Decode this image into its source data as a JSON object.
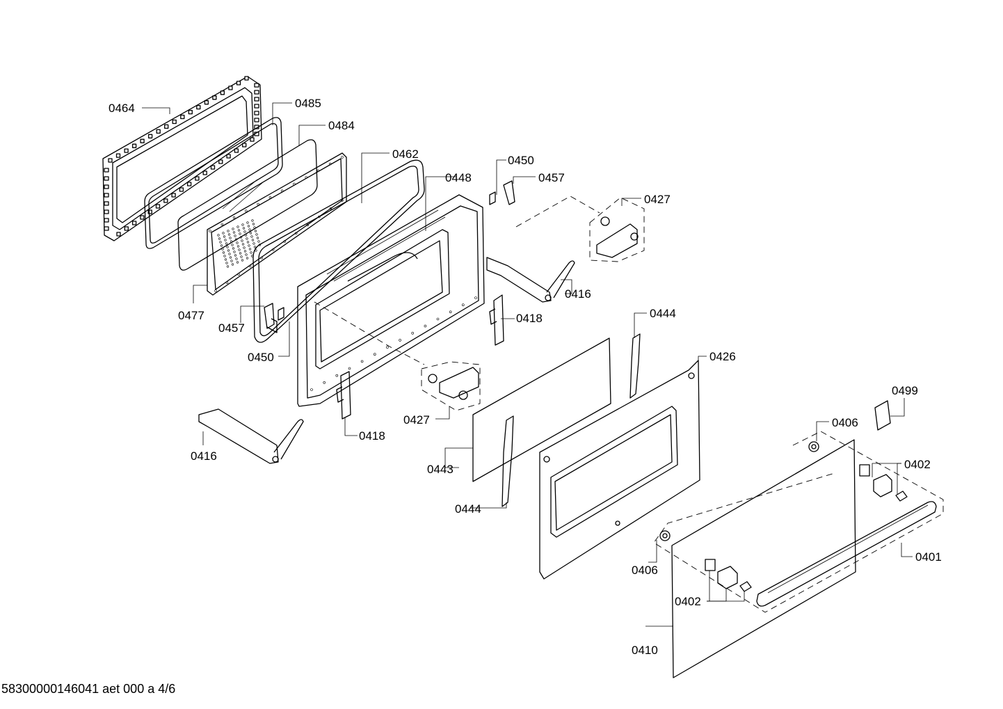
{
  "document_id": "58300000146041 aet 000 a 4/6",
  "labels": {
    "p0464": "0464",
    "p0485": "0485",
    "p0484": "0484",
    "p0462": "0462",
    "p0448": "0448",
    "p0450_top": "0450",
    "p0457_top": "0457",
    "p0427_top": "0427",
    "p0477": "0477",
    "p0457_left": "0457",
    "p0450_left": "0450",
    "p0416_right": "0416",
    "p0418_right": "0418",
    "p0444_top": "0444",
    "p0426": "0426",
    "p0427_mid": "0427",
    "p0418_mid": "0418",
    "p0416_left": "0416",
    "p0443": "0443",
    "p0444_bottom": "0444",
    "p0499": "0499",
    "p0406_top": "0406",
    "p0402_right": "0402",
    "p0401": "0401",
    "p0406_bottom": "0406",
    "p0402_bottom": "0402",
    "p0410": "0410"
  }
}
